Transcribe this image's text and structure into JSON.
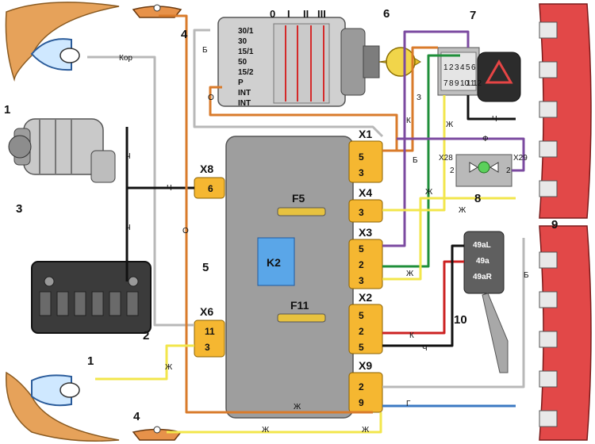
{
  "component_numbers": [
    "1",
    "1",
    "2",
    "3",
    "4",
    "4",
    "5",
    "6",
    "7",
    "8",
    "9",
    "10"
  ],
  "ignition_switch": {
    "positions": [
      "0",
      "I",
      "II",
      "III"
    ],
    "terminals": [
      "30/1",
      "30",
      "15/1",
      "50",
      "15/2",
      "P",
      "INT",
      "INT"
    ]
  },
  "connectors": {
    "x1": {
      "name": "X1",
      "pins": [
        "5",
        "3"
      ]
    },
    "x4": {
      "name": "X4",
      "pins": [
        "3"
      ]
    },
    "x3": {
      "name": "X3",
      "pins": [
        "5",
        "2",
        "3"
      ]
    },
    "x2": {
      "name": "X2",
      "pins": [
        "5",
        "2",
        "5"
      ]
    },
    "x9": {
      "name": "X9",
      "pins": [
        "2",
        "9"
      ]
    },
    "x8": {
      "name": "X8",
      "pins": [
        "6"
      ]
    },
    "x6": {
      "name": "X6",
      "pins": [
        "11",
        "3"
      ]
    }
  },
  "relay": "K2",
  "fuses": [
    "F5",
    "F11"
  ],
  "hazard_switch_pins": [
    "1",
    "2",
    "3",
    "4",
    "5",
    "6",
    "7",
    "8",
    "9",
    "10",
    "11",
    "12"
  ],
  "indicator_connectors": {
    "left": "X28",
    "right": "X29",
    "left_pin": "2",
    "right_pin": "2"
  },
  "turn_switch_terminals": [
    "49aL",
    "49a",
    "49aR"
  ],
  "wire_labels": {
    "kor": "Кор",
    "b1": "Б",
    "o1": "О",
    "z": "З",
    "k1": "К",
    "zh1": "Ж",
    "ch1": "Ч",
    "f": "Ф",
    "b2": "Б",
    "zh2": "Ж",
    "zh3": "Ж",
    "ch2": "Ч",
    "ch3": "Ч",
    "ch4": "Ч",
    "o2": "О",
    "zh4": "Ж",
    "b3": "Б",
    "k2": "К",
    "ch5": "Ч",
    "zh5": "Ж",
    "g": "Г",
    "zh6": "Ж",
    "zh7": "Ж",
    "zh8": "Ж"
  },
  "colors": {
    "block": "#9e9e9e",
    "connector": "#f5b731",
    "orange": "#d97b2b",
    "black": "#111111",
    "red": "#cc2020",
    "yellow": "#f2e64b",
    "green": "#1f8f3a",
    "purple": "#7b4aa0",
    "blue": "#3b78c2",
    "gray": "#b8b8b8",
    "relay": "#5aa6e8"
  }
}
